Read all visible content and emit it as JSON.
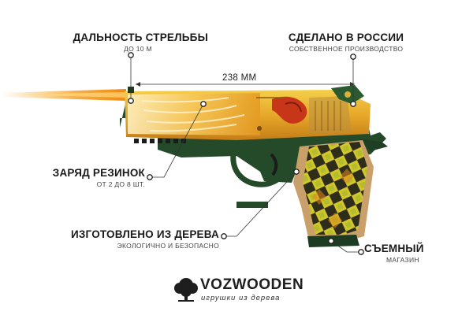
{
  "callouts": {
    "range": {
      "title": "ДАЛЬНОСТЬ СТРЕЛЬБЫ",
      "sub": "ДО 10 М"
    },
    "made_in": {
      "title": "СДЕЛАНО В РОССИИ",
      "sub": "СОБСТВЕННОЕ ПРОИЗВОДСТВО"
    },
    "ammo": {
      "title": "ЗАРЯД РЕЗИНОК",
      "sub": "ОТ 2 ДО 8 ШТ."
    },
    "wood": {
      "title": "ИЗГОТОВЛЕНО ИЗ ДЕРЕВА",
      "sub": "ЭКОЛОГИЧНО И БЕЗОПАСНО"
    },
    "magazine": {
      "title": "СЪЕМНЫЙ",
      "sub": "МАГАЗИН"
    }
  },
  "dimension": {
    "length": "238 ММ"
  },
  "brand": {
    "name": "VOZWOODEN",
    "tagline": "игрушки из дерева"
  },
  "colors": {
    "slide_gold": "#e9b531",
    "frame_green": "#244a2a",
    "grip_yellow": "#d9c227",
    "grip_dark": "#2e2d1c",
    "grip_orange": "#e08a1c",
    "muzzle_flash": "#f29a1b",
    "wood": "#caa06a"
  }
}
